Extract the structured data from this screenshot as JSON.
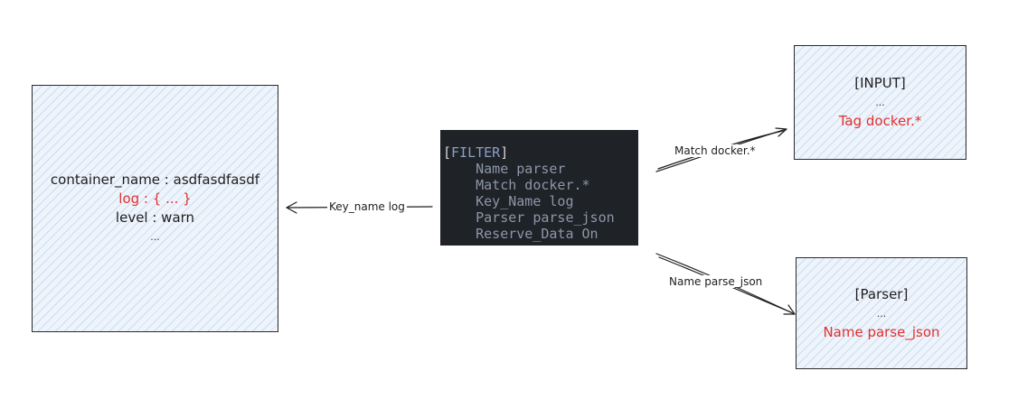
{
  "record": {
    "lines": [
      "container_name : asdfasdfasdf",
      "log : { ... }",
      "level : warn",
      "..."
    ]
  },
  "filter": {
    "open_bracket": "[",
    "section": "FILTER",
    "close_bracket": "]",
    "lines": [
      "    Name parser",
      "    Match docker.*",
      "    Key_Name log",
      "    Parser parse_json",
      "    Reserve_Data On"
    ]
  },
  "input": {
    "title": "[INPUT]",
    "ellipsis": "...",
    "tag": "Tag docker.*"
  },
  "parser": {
    "title": "[Parser]",
    "ellipsis": "...",
    "name": "Name parse_json"
  },
  "edges": {
    "key_name": "Key_name log",
    "match": "Match docker.*",
    "name": "Name parse_json"
  },
  "colors": {
    "accent_red": "#e03131",
    "code_bg": "#1f2227",
    "box_fill": "#eef4fb",
    "stroke": "#2b2b2b"
  }
}
